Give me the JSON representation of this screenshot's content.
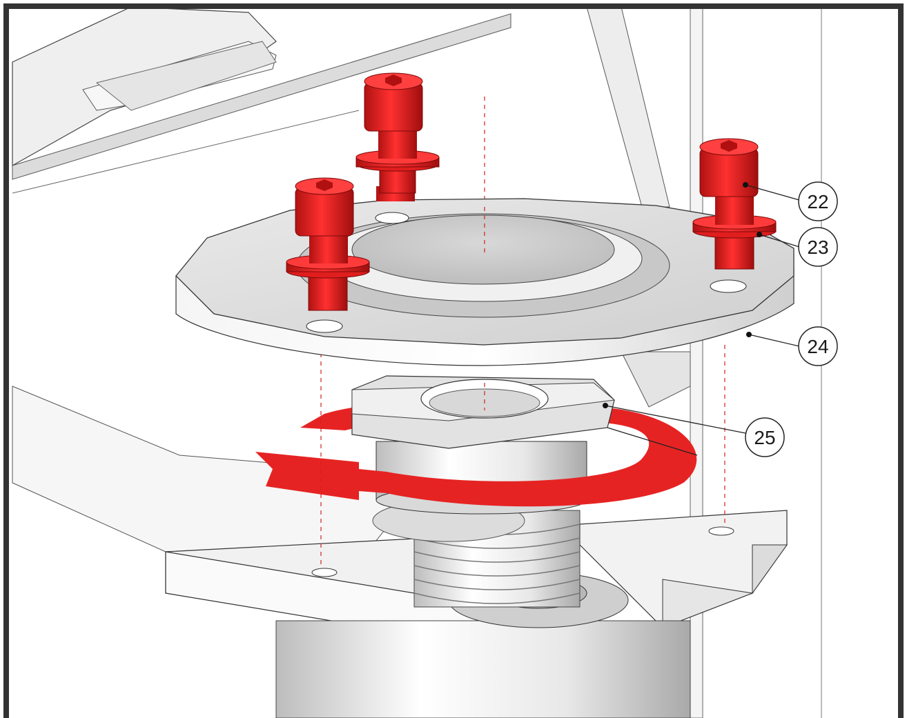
{
  "figure": {
    "callouts": [
      {
        "id": "22",
        "label": "22"
      },
      {
        "id": "23",
        "label": "23"
      },
      {
        "id": "24",
        "label": "24"
      },
      {
        "id": "25",
        "label": "25"
      }
    ],
    "colors": {
      "frame": "#333333",
      "bolt": "#e01e1e",
      "bolt_shadow": "#9e1010",
      "arrow": "#e62323",
      "metal_light": "#f2f2f2",
      "metal_mid": "#d4d4d4",
      "metal_dark": "#a8a8a8",
      "outline": "#222222",
      "centerline": "#d02020"
    },
    "icons": {
      "rotation_arrow": "counter-clockwise-rotation-arrow",
      "bolt": "socket-head-cap-screw",
      "washer": "flat-washer"
    }
  }
}
